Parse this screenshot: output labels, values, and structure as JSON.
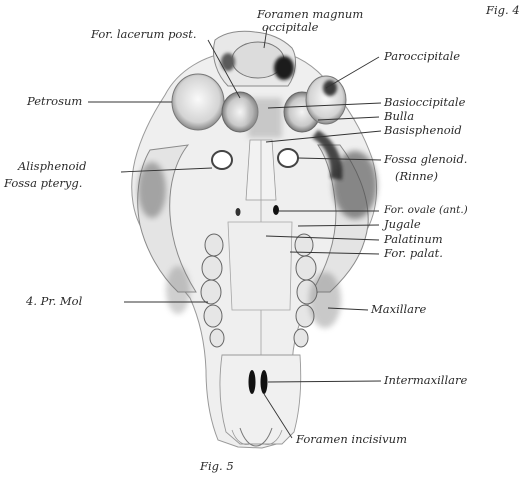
{
  "figure": {
    "fig_ref_top": "Fig. 4",
    "caption": "Fig. 5"
  },
  "labels": {
    "foramen_magnum_line1": "Foramen magnum",
    "foramen_magnum_line2": "occipitale",
    "for_lacerum_post": "For. lacerum post.",
    "paroccipitale": "Paroccipitale",
    "petrosum": "Petrosum",
    "basioccipitale": "Basioccipitale",
    "bulla": "Bulla",
    "basisphenoid": "Basisphenoid",
    "alisphenoid": "Alisphenoid",
    "fossa_pteryg": "Fossa pteryg.",
    "fossa_glenoid": "Fossa glenoid.",
    "rinne": "(Rinne)",
    "for_ovale": "For. ovale (ant.)",
    "jugale": "Jugale",
    "palatinum": "Palatinum",
    "for_palat": "For. palat.",
    "pr_mol": "4. Pr. Mol",
    "maxillare": "Maxillare",
    "intermaxillare": "Intermaxillare",
    "foramen_incisivum": "Foramen incisivum"
  }
}
